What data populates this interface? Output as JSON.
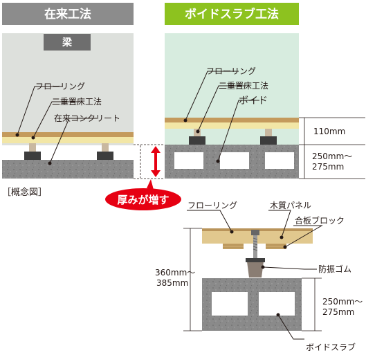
{
  "headers": {
    "conventional": "在来工法",
    "void_slab": "ボイドスラブ工法"
  },
  "left_panel": {
    "beam": "梁",
    "flooring": "フローリング",
    "double_floor": "二重置床工法",
    "concrete": "在来コンクリート"
  },
  "right_panel": {
    "flooring": "フローリング",
    "double_floor": "二重置床工法",
    "void": "ボイド",
    "dim_floor": "110mm",
    "dim_slab_1": "250mm～",
    "dim_slab_2": "275mm"
  },
  "note": "［概念図］",
  "thickness_badge": "厚みが増す",
  "detail": {
    "flooring": "フローリング",
    "wood_panel": "木質パネル",
    "plywood_block": "合板ブロック",
    "anti_vibration": "防振ゴム",
    "void_slab": "ボイドスラブ",
    "total_1": "360mm～",
    "total_2": "385mm",
    "slab_1": "250mm～",
    "slab_2": "275mm"
  },
  "colors": {
    "header_left": "#8c8c8c",
    "header_right": "#8dc21f",
    "panel_left": "#dde0dc",
    "panel_right": "#d7ecdf",
    "wood": "#c9a467",
    "concrete": "#888888",
    "accent": "#e60012"
  }
}
